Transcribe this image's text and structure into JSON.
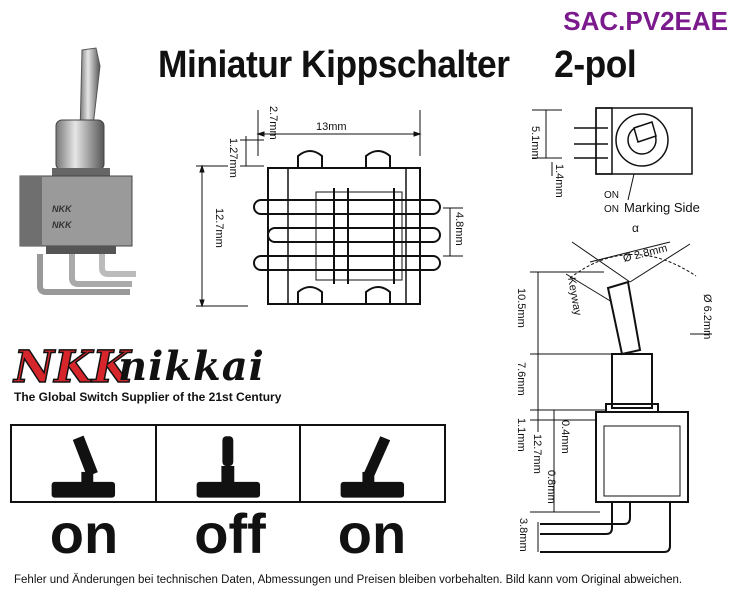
{
  "header": {
    "code": "SAC.PV2EAE",
    "title_part1": "Miniatur Kippschalter",
    "title_part2": "2-pol"
  },
  "photo": {
    "print_top": "NKK",
    "print_bottom": "NKK"
  },
  "brand": {
    "logo_mark": "NKK",
    "logo_word": "nikkai",
    "tagline": "The Global Switch Supplier of the 21st Century"
  },
  "positions": [
    "on",
    "off",
    "on"
  ],
  "drawing_top": {
    "dim_width": "13mm",
    "dim_small": "2.7mm",
    "dim_pitch": "1.27mm",
    "dim_height": "12.7mm",
    "dim_pin": "4.8mm"
  },
  "drawing_side_top": {
    "dim_a": "5.1mm",
    "dim_b": "1.4mm",
    "on_1": "ON",
    "on_2": "ON",
    "marking": "Marking Side"
  },
  "drawing_side": {
    "alpha": "α",
    "diam_lever": "Ø 2.8mm",
    "keyway": "Keyway",
    "diam_bushing": "Ø 6.2mm",
    "dim_lever": "10.5mm",
    "dim_bushing": "7.6mm",
    "dim_1_1": "1.1mm",
    "dim_0_4": "0.4mm",
    "dim_12_7": "12.7mm",
    "dim_0_8": "0.8mm",
    "dim_3_8": "3.8mm"
  },
  "footer": "Fehler und Änderungen bei technischen Daten, Abmessungen und Preisen bleiben vorbehalten. Bild kann vom Original abweichen.",
  "colors": {
    "code": "#7a1a8c",
    "logo_red": "#d7262b"
  }
}
